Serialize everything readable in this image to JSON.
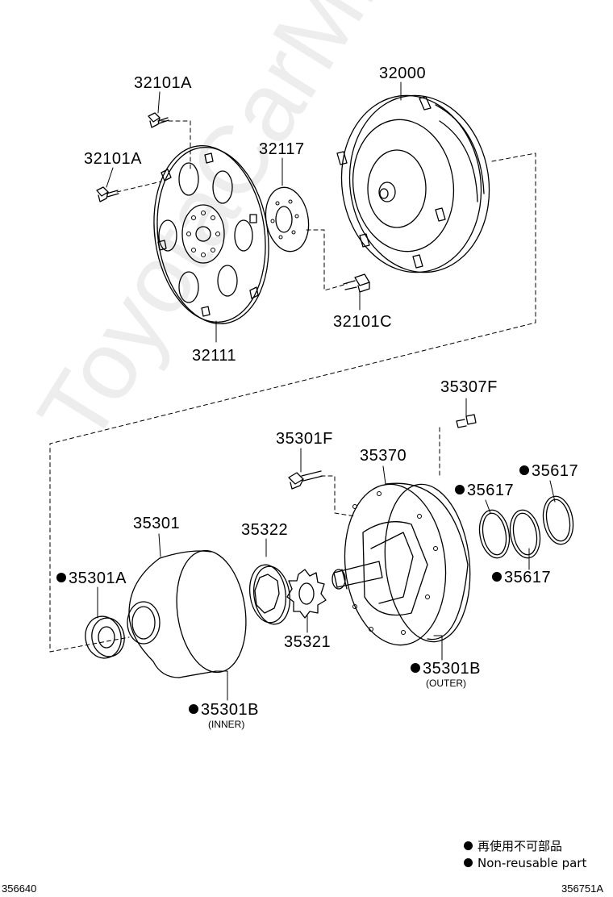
{
  "watermark": "ToyotaCarMir.ru",
  "labels": {
    "p32101A_top": "32101A",
    "p32101A_left": "32101A",
    "p32000": "32000",
    "p32117": "32117",
    "p32101C": "32101C",
    "p32111": "32111",
    "p35307F": "35307F",
    "p35301F": "35301F",
    "p35370": "35370",
    "p35617_a": "35617",
    "p35617_b": "35617",
    "p35617_c": "35617",
    "p35301": "35301",
    "p35322": "35322",
    "p35301A": "35301A",
    "p35321": "35321",
    "p35301B_outer": "35301B",
    "outer_note": "(OUTER)",
    "p35301B_inner": "35301B",
    "inner_note": "(INNER)"
  },
  "legend": {
    "line_jp": "再使用不可部品",
    "line_en": "Non-reusable part",
    "marker_color": "#000000"
  },
  "figure_ids": {
    "left": "356640",
    "right": "356751A"
  }
}
